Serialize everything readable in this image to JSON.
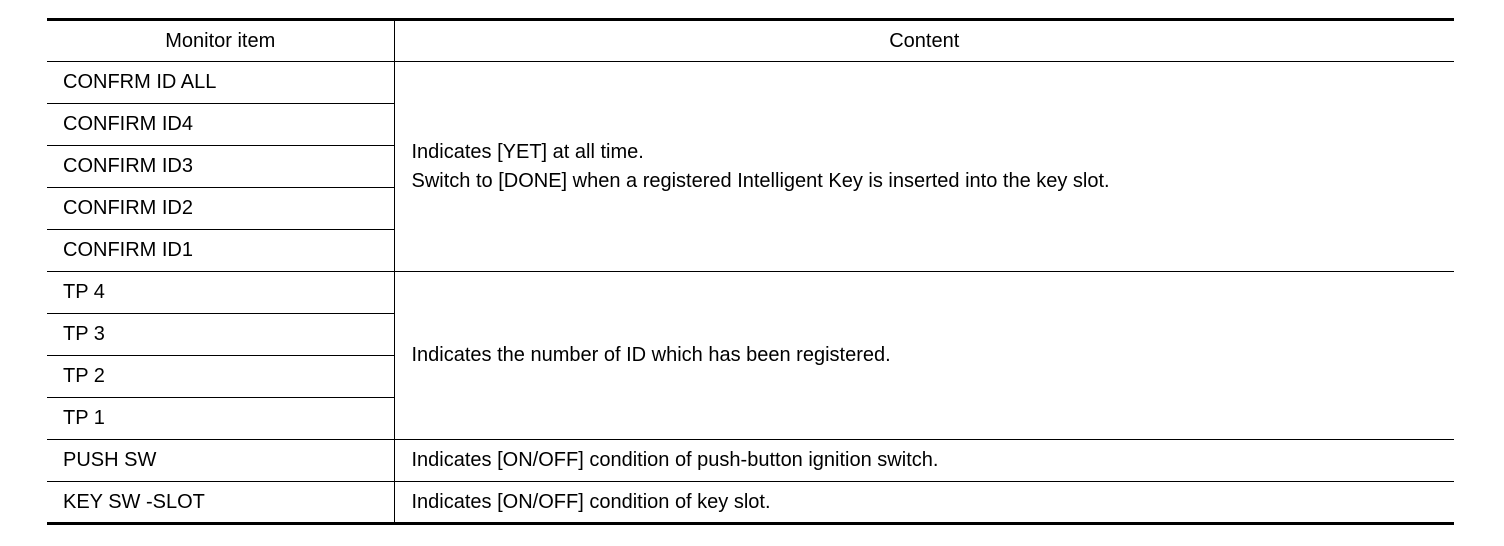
{
  "headers": {
    "monitor_item": "Monitor item",
    "content": "Content"
  },
  "groups": [
    {
      "items": [
        "CONFRM ID ALL",
        "CONFIRM ID4",
        "CONFIRM ID3",
        "CONFIRM ID2",
        "CONFIRM ID1"
      ],
      "content_lines": [
        "Indicates [YET] at all time.",
        "Switch to [DONE] when a registered Intelligent Key is inserted into the key slot."
      ]
    },
    {
      "items": [
        "TP 4",
        "TP 3",
        "TP 2",
        "TP 1"
      ],
      "content_lines": [
        "Indicates the number of ID which has been registered."
      ]
    },
    {
      "items": [
        "PUSH SW"
      ],
      "content_lines": [
        "Indicates [ON/OFF] condition of push-button ignition switch."
      ]
    },
    {
      "items": [
        "KEY SW -SLOT"
      ],
      "content_lines": [
        "Indicates [ON/OFF] condition of key slot."
      ]
    }
  ]
}
